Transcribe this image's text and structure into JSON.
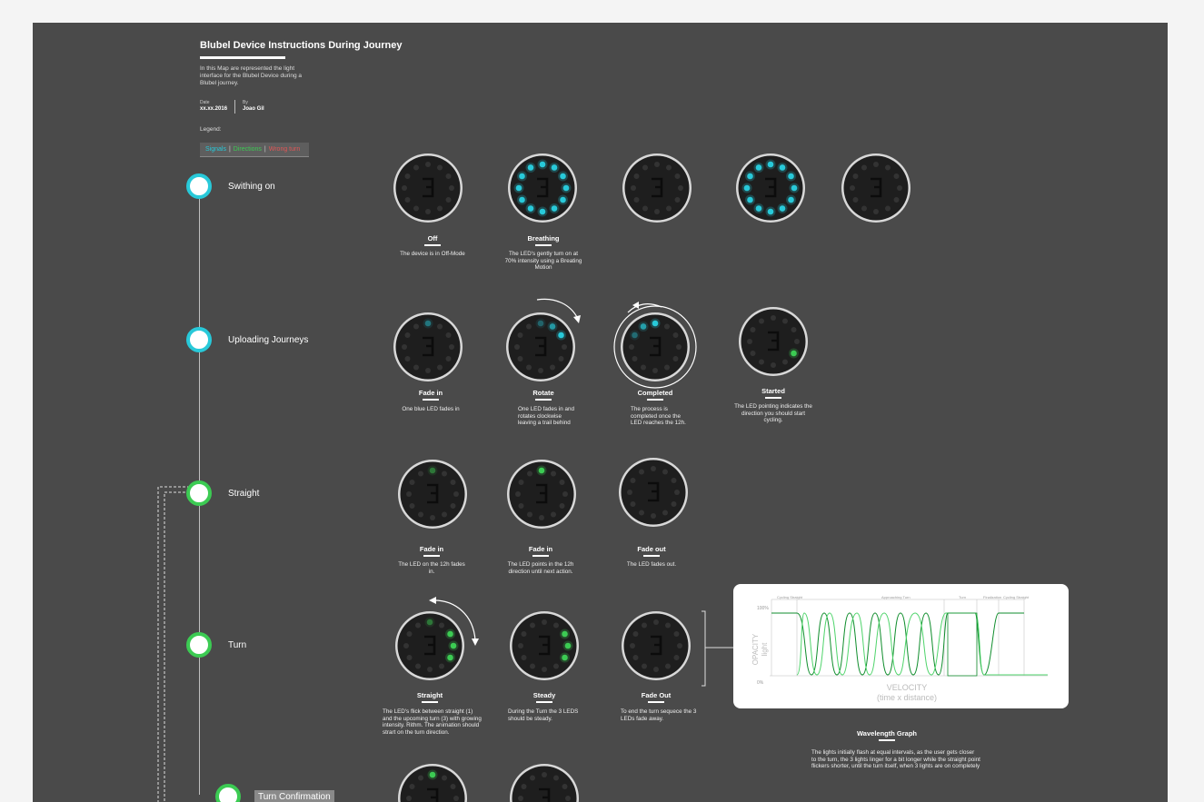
{
  "header": {
    "title": "Blubel Device Instructions During Journey",
    "intro": "In this Map are represented the light interface for the Blubel Device during a Blubel journey.",
    "date_label": "Date",
    "date_value": "xx.xx.2016",
    "by_label": "By",
    "by_value": "Joao Gil"
  },
  "legend": {
    "label": "Legend:",
    "signals": "Signals",
    "directions": "Directions",
    "wrong_turn": "Wrong turn",
    "separator": "|"
  },
  "colors": {
    "background": "#4a4a4a",
    "signal_blue": "#28c9d9",
    "direction_green": "#3ccb53",
    "wrong_red": "#e05656"
  },
  "stages": [
    {
      "label": "Swithing on",
      "color": "blue"
    },
    {
      "label": "Uploading Journeys",
      "color": "blue"
    },
    {
      "label": "Straight",
      "color": "green"
    },
    {
      "label": "Turn",
      "color": "green"
    },
    {
      "label": "Turn Confirmation",
      "color": "green"
    }
  ],
  "switching_on": [
    {
      "caption": "Off",
      "description": "The device is in Off-Mode"
    },
    {
      "caption": "Breathing",
      "description": "The LED's gently turn on at 70% intensity using a Breating Motion"
    }
  ],
  "uploading": [
    {
      "caption": "Fade in",
      "description": "One blue LED fades in"
    },
    {
      "caption": "Rotate",
      "description": "One LED fades in and rotates clockwise leaving a trail behind"
    },
    {
      "caption": "Completed",
      "description": "The process is completed once the LED reaches the 12h."
    },
    {
      "caption": "Started",
      "description": "The LED pointing indicates the direction you should start cycling."
    }
  ],
  "straight": [
    {
      "caption": "Fade in",
      "description": "The LED on the 12h fades in."
    },
    {
      "caption": "Fade in",
      "description": "The LED points in the 12h direction until next action."
    },
    {
      "caption": "Fade out",
      "description": "The LED fades out."
    }
  ],
  "turn": [
    {
      "caption": "Straight",
      "description": "The LED's flick between straight (1) and the upcoming turn (3) with growing intensity. Rithm. The animation should strart on the turn direction."
    },
    {
      "caption": "Steady",
      "description": "During the Turn the 3 LEDS should be steady."
    },
    {
      "caption": "Fade Out",
      "description": "To end the turn sequece the 3 LEDs fade away."
    }
  ],
  "graph": {
    "y_top": "100%",
    "y_bottom": "0%",
    "y_label_1": "OPACITY",
    "y_label_2": "light",
    "x_label_1": "VELOCITY",
    "x_label_2": "(time x distance)",
    "phases": [
      "Cycling Straight",
      "Approaching Turn",
      "Turn",
      "Finalization",
      "Cycling Straight"
    ],
    "caption": "Wavelength Graph",
    "description": "The lights initially flash at equal intervals, as the user gets closer to the turn, the 3 lights linger for a bit longer while the straight point flickers shorter, until the turn itself, when 3 lights are on completely"
  }
}
